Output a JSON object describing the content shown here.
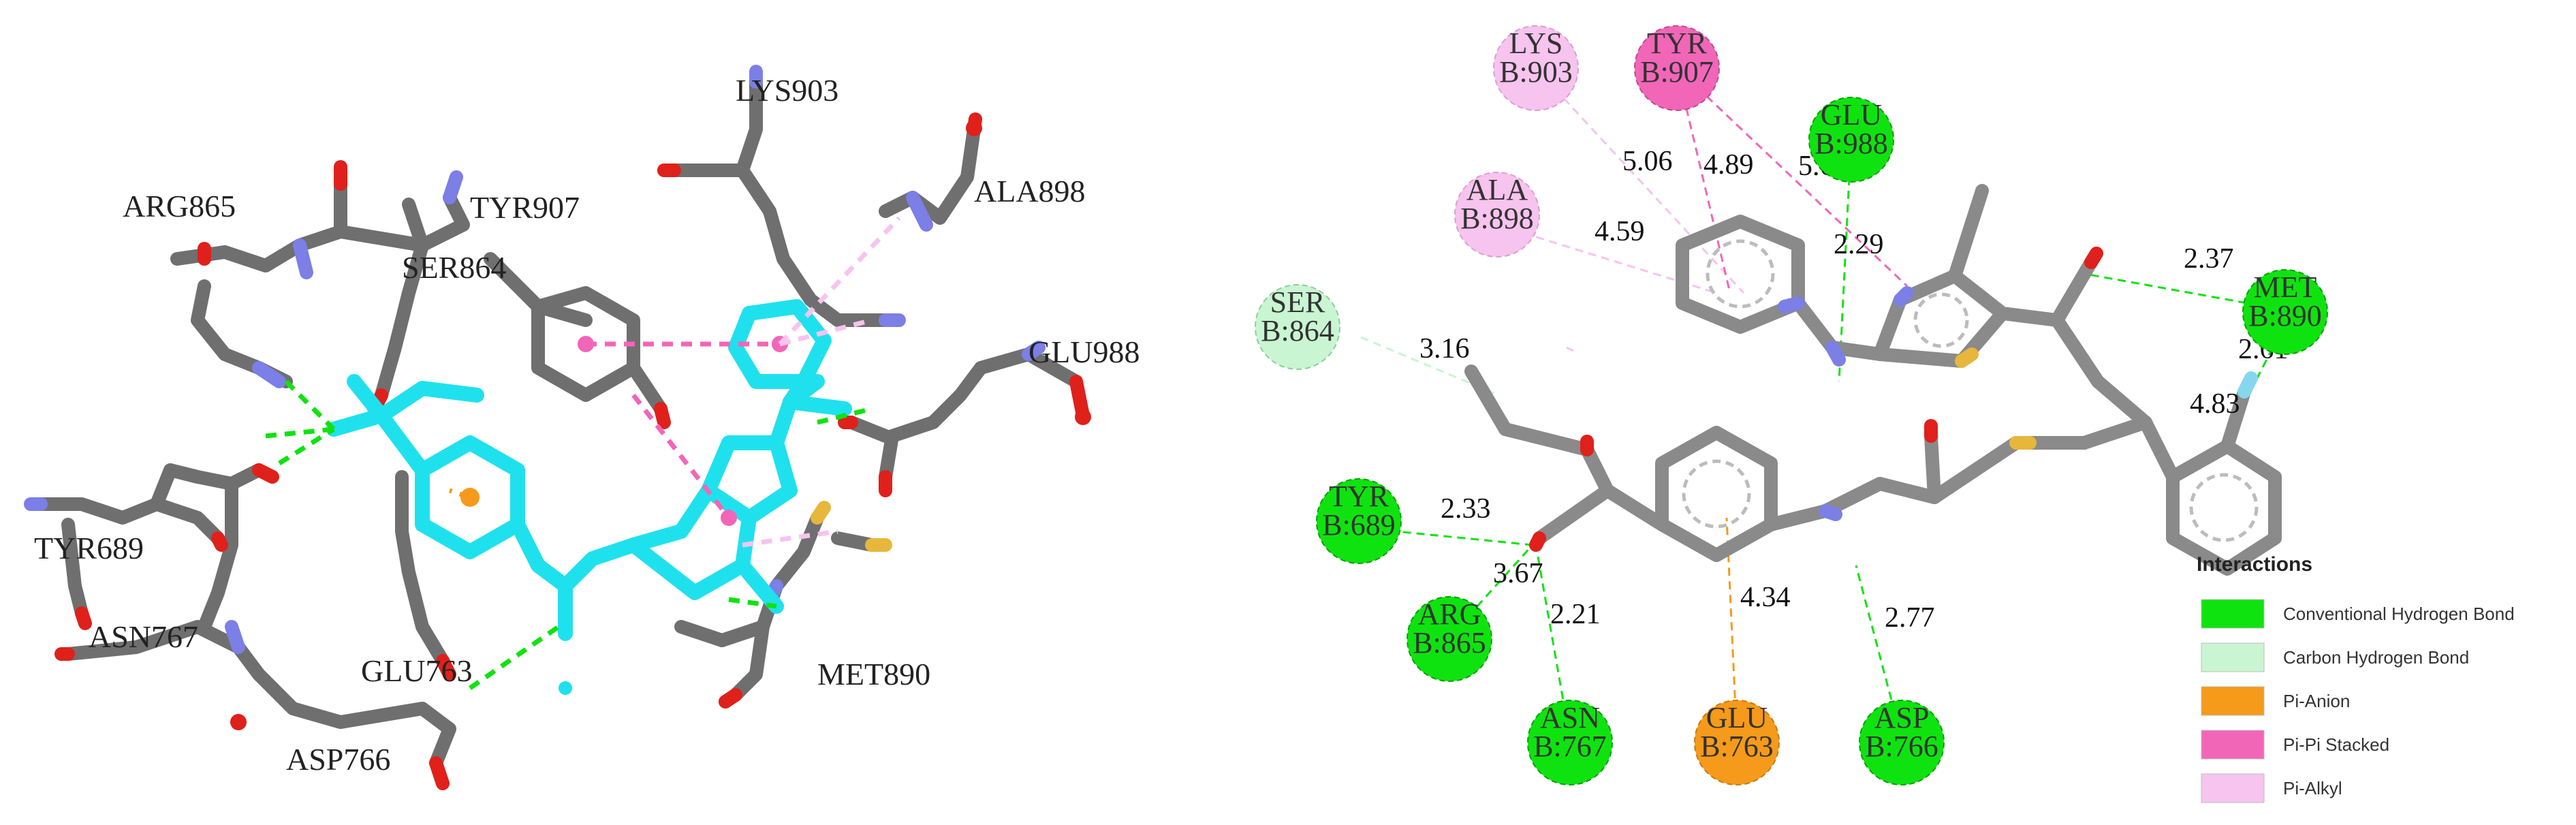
{
  "left_panel": {
    "residue_labels": [
      "LYS903",
      "ALA898",
      "ARG865",
      "TYR907",
      "SER864",
      "GLU988",
      "TYR689",
      "ASN767",
      "GLU763",
      "MET890",
      "ASP766"
    ]
  },
  "right_panel": {
    "residues": [
      {
        "line1": "LYS",
        "line2": "B:903",
        "type": "pi_alkyl"
      },
      {
        "line1": "TYR",
        "line2": "B:907",
        "type": "pi_pi"
      },
      {
        "line1": "GLU",
        "line2": "B:988",
        "type": "conv_hbond"
      },
      {
        "line1": "ALA",
        "line2": "B:898",
        "type": "pi_alkyl"
      },
      {
        "line1": "SER",
        "line2": "B:864",
        "type": "carbon_hbond"
      },
      {
        "line1": "MET",
        "line2": "B:890",
        "type": "conv_hbond"
      },
      {
        "line1": "TYR",
        "line2": "B:689",
        "type": "conv_hbond"
      },
      {
        "line1": "ARG",
        "line2": "B:865",
        "type": "conv_hbond"
      },
      {
        "line1": "ASN",
        "line2": "B:767",
        "type": "conv_hbond"
      },
      {
        "line1": "GLU",
        "line2": "B:763",
        "type": "pi_anion"
      },
      {
        "line1": "ASP",
        "line2": "B:766",
        "type": "conv_hbond"
      }
    ],
    "distances": [
      "5.06",
      "4.89",
      "5.60",
      "4.59",
      "2.29",
      "2.37",
      "2.61",
      "4.83",
      "3.16",
      "2.33",
      "3.67",
      "2.21",
      "4.34",
      "2.77"
    ]
  },
  "legend": {
    "title": "Interactions",
    "items": [
      {
        "label": "Conventional Hydrogen Bond",
        "color": "#0fe30f"
      },
      {
        "label": "Carbon Hydrogen Bond",
        "color": "#c9f5d2"
      },
      {
        "label": "Pi-Anion",
        "color": "#f59a1a"
      },
      {
        "label": "Pi-Pi Stacked",
        "color": "#f266b8"
      },
      {
        "label": "Pi-Alkyl",
        "color": "#f7c3ef"
      }
    ]
  },
  "colors": {
    "conv_hbond": "#0fe30f",
    "carbon_hbond": "#c9f5d2",
    "pi_anion": "#f59a1a",
    "pi_pi": "#f266b8",
    "pi_alkyl": "#f7c3ef",
    "ligand": "#1fe1ee",
    "bond_gray": "#6f6f6f",
    "oxygen": "#e0201b",
    "nitrogen": "#7b7fe6",
    "sulfur": "#e6b73a",
    "fluorine": "#86d7ee"
  }
}
